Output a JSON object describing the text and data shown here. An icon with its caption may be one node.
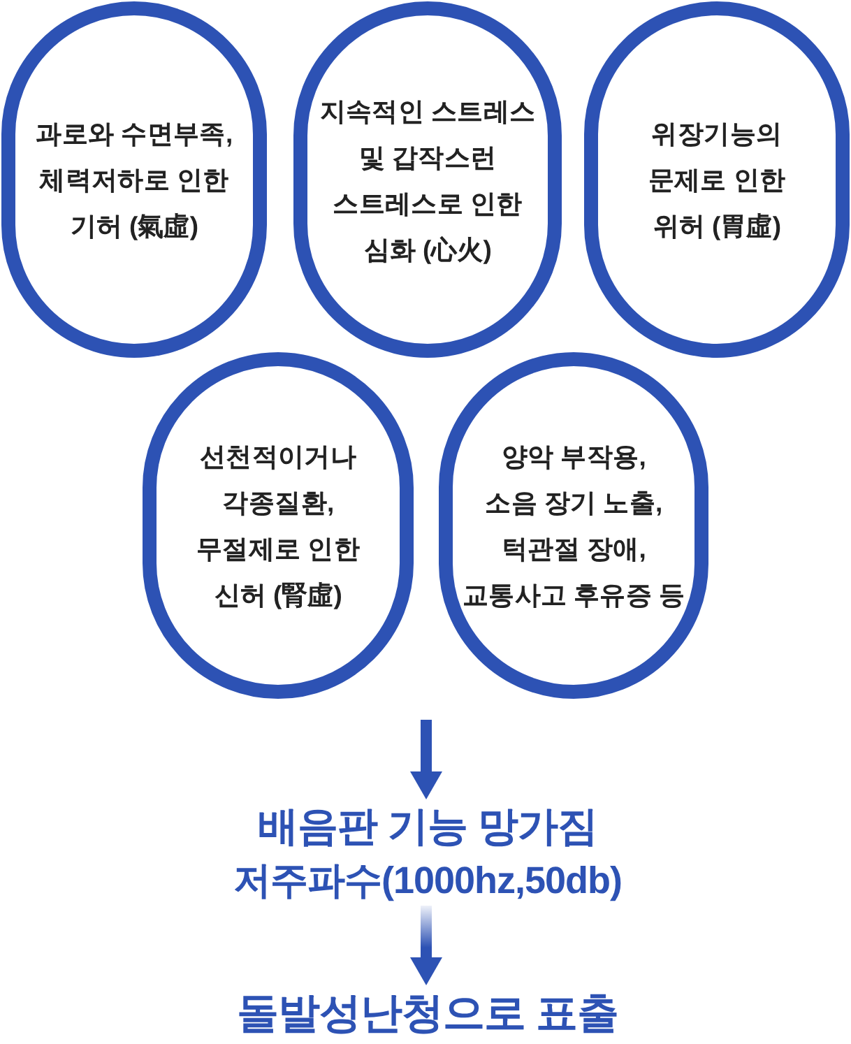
{
  "diagram": {
    "nodes": [
      {
        "text": [
          "과로와 수면부족, 체력저하로 인한 기허 (氣虛)"
        ]
      },
      {
        "text": [
          "지속적인 스트레스 및 갑작스런 스트레스로 인한 심화 (心火)"
        ]
      },
      {
        "text": [
          "위장기능의 문제로 인한 위허 (胃虛)"
        ]
      },
      {
        "text": [
          "선천적이거나 각종질환, 무절제로 인한 신허 (腎虛)"
        ]
      },
      {
        "text": [
          "양악 부작용, 소음 장기 노출, 턱관절 장애, 교통사고 후유증 등"
        ]
      },
      {
        "text": [
          "배음판 기능 망가짐",
          "저주파수(1000hz,50db)"
        ]
      },
      {
        "text": [
          "돌발성난청으로 표출"
        ]
      }
    ],
    "edges": [
      {
        "from": null,
        "to": 5,
        "arrow": "to"
      },
      {
        "from": 5,
        "to": 6,
        "arrow": "to"
      }
    ]
  }
}
